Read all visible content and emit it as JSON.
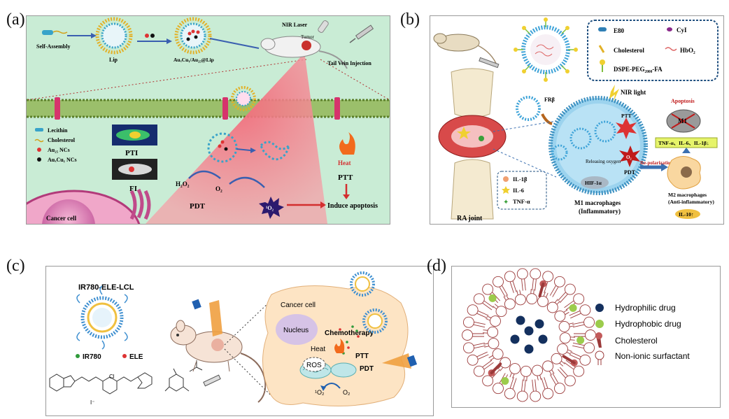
{
  "panels": {
    "a": {
      "letter": "(a)",
      "self_assembly": "Self-Assembly",
      "lip": "Lip",
      "product": "AuₓCuᵧ/Au₂₅@Lip",
      "nir_laser": "NIR Laser",
      "tumor": "Tumor",
      "tail_vein": "Tail Vein Injection",
      "legend": [
        "Lecithin",
        "Cholesterol",
        "Au₂₅ NCs",
        "AuₓCuᵧ NCs"
      ],
      "pti": "PTI",
      "fi": "FI",
      "h2o2": "H₂O₂",
      "o2": "O₂",
      "singlet_o2": "¹O₂",
      "pdt": "PDT",
      "heat": "Heat",
      "ptt": "PTT",
      "induce": "Induce apoptosis",
      "cancer_cell": "Cancer cell"
    },
    "b": {
      "letter": "(b)",
      "legend": [
        "E80",
        "CyI",
        "Cholesterol",
        "HbO₂",
        "DSPE-PEG₂₀₀₀-FA"
      ],
      "nir_light": "NIR light",
      "apoptosis": "Apoptosis",
      "m1": "M1",
      "cytokines_down": "TNF-α、IL-6、IL-1β↓",
      "fr_beta": "FRβ",
      "ptt": "PTT",
      "releasing": "Releasing oxygen",
      "o2": "O₂",
      "pdt": "PDT",
      "repolarization": "Re-polarization",
      "hif": "HIF-1α",
      "joint_legend": [
        "IL-1β",
        "IL-6",
        "TNF-α"
      ],
      "m2": "M2 macrophages",
      "m2_sub": "(Anti-inflammatory)",
      "il10": "IL-10↑",
      "m1_macro": "M1 macrophages",
      "m1_sub": "(Inflammatory)",
      "ra_joint": "RA joint"
    },
    "c": {
      "letter": "(c)",
      "title": "IR780-ELE-LCL",
      "ir780": "IR780",
      "ele": "ELE",
      "cancer_cell": "Cancer cell",
      "nucleus": "Nucleus",
      "chemo": "Chemotherapy",
      "heat": "Heat",
      "ptt": "PTT",
      "pdt": "PDT",
      "ros": "ROS",
      "singlet_o2": "¹O₂",
      "o2": "O₂",
      "iodide": "I⁻"
    },
    "d": {
      "letter": "(d)",
      "legend": [
        "Hydrophilic drug",
        "Hydrophobic drug",
        "Cholesterol",
        "Non-ionic surfactant"
      ]
    }
  },
  "colors": {
    "panel_a_bg": "#c9ecd5",
    "membrane_green": "#6b8f3a",
    "laser_red": "#e0505e",
    "hydrophilic": "#14305e",
    "hydrophobic": "#9ccc4c",
    "cholesterol": "#9b3a3a",
    "macrophage": "#5aaed8"
  }
}
